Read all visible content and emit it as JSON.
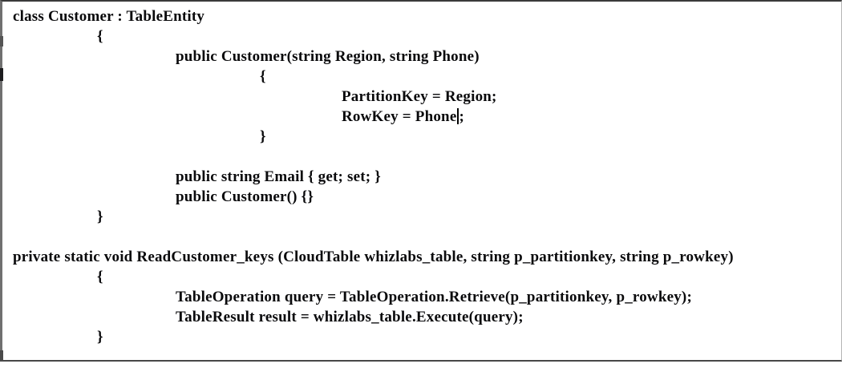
{
  "panel": {
    "kind": "code-text-box"
  },
  "colors": {
    "background": "#ffffff",
    "text": "#0a0a0c",
    "border_top": "#3a3a3a",
    "border_left": "#707070",
    "border_right": "#b5b5b5",
    "border_bottom": "#474747"
  },
  "code": {
    "lines": [
      {
        "indent": 0,
        "text": "class Customer : TableEntity"
      },
      {
        "indent": 1,
        "text": "{"
      },
      {
        "indent": 2,
        "text": "public Customer(string Region, string Phone)"
      },
      {
        "indent": 3,
        "text": "{"
      },
      {
        "indent": 4,
        "text": "PartitionKey = Region;"
      },
      {
        "indent": 4,
        "pre": "RowKey = Phone",
        "post": ";",
        "caret": true
      },
      {
        "indent": 3,
        "text": "}"
      },
      {
        "indent": 0,
        "text": "",
        "blank": true
      },
      {
        "indent": 2,
        "text": "public string Email { get; set; }"
      },
      {
        "indent": 2,
        "text": "public Customer() {}"
      },
      {
        "indent": 1,
        "text": "}"
      },
      {
        "indent": 0,
        "text": "",
        "blank": true
      },
      {
        "indent": 0,
        "text": "private static void ReadCustomer_keys (CloudTable whizlabs_table, string p_partitionkey, string p_rowkey)"
      },
      {
        "indent": 1,
        "text": "{"
      },
      {
        "indent": 2,
        "text": "TableOperation query = TableOperation.Retrieve(p_partitionkey, p_rowkey);"
      },
      {
        "indent": 2,
        "text": "TableResult result = whizlabs_table.Execute(query);"
      },
      {
        "indent": 1,
        "text": "}"
      }
    ]
  }
}
